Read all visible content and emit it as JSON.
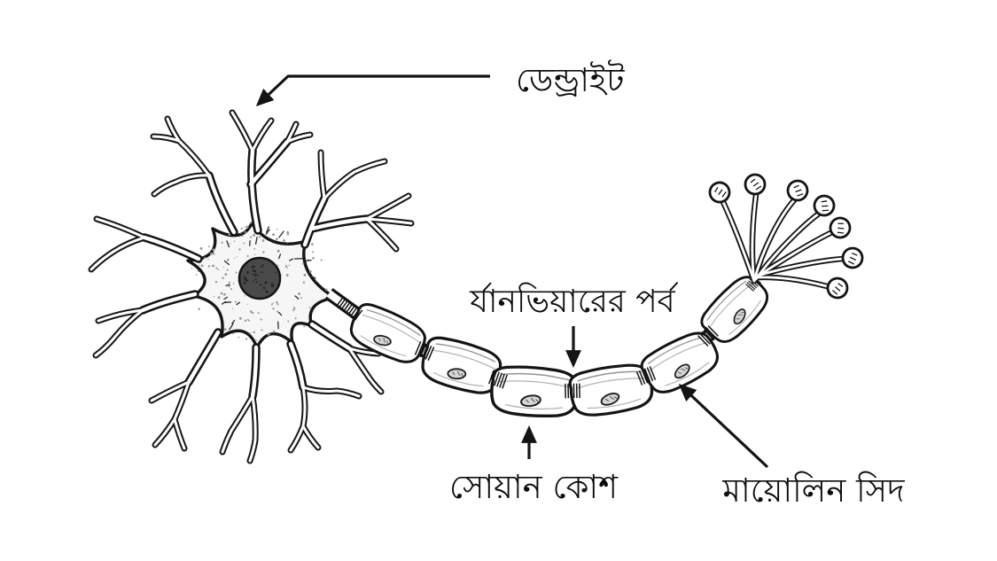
{
  "figure": {
    "type": "labeled-biology-diagram",
    "subject": "neuron",
    "background_color": "#ffffff",
    "ink_color": "#141414",
    "soma_fill": "#f6f6f6",
    "nucleus_fill": "#4a4a4a",
    "labels": {
      "dendrite": "ডেন্ড্রাইট",
      "node_of_ranvier": "র্যানভিয়ারের পর্ব",
      "schwann_cell": "সোয়ান কোশ",
      "myelin_sheath": "মায়োলিন সিদ"
    }
  }
}
